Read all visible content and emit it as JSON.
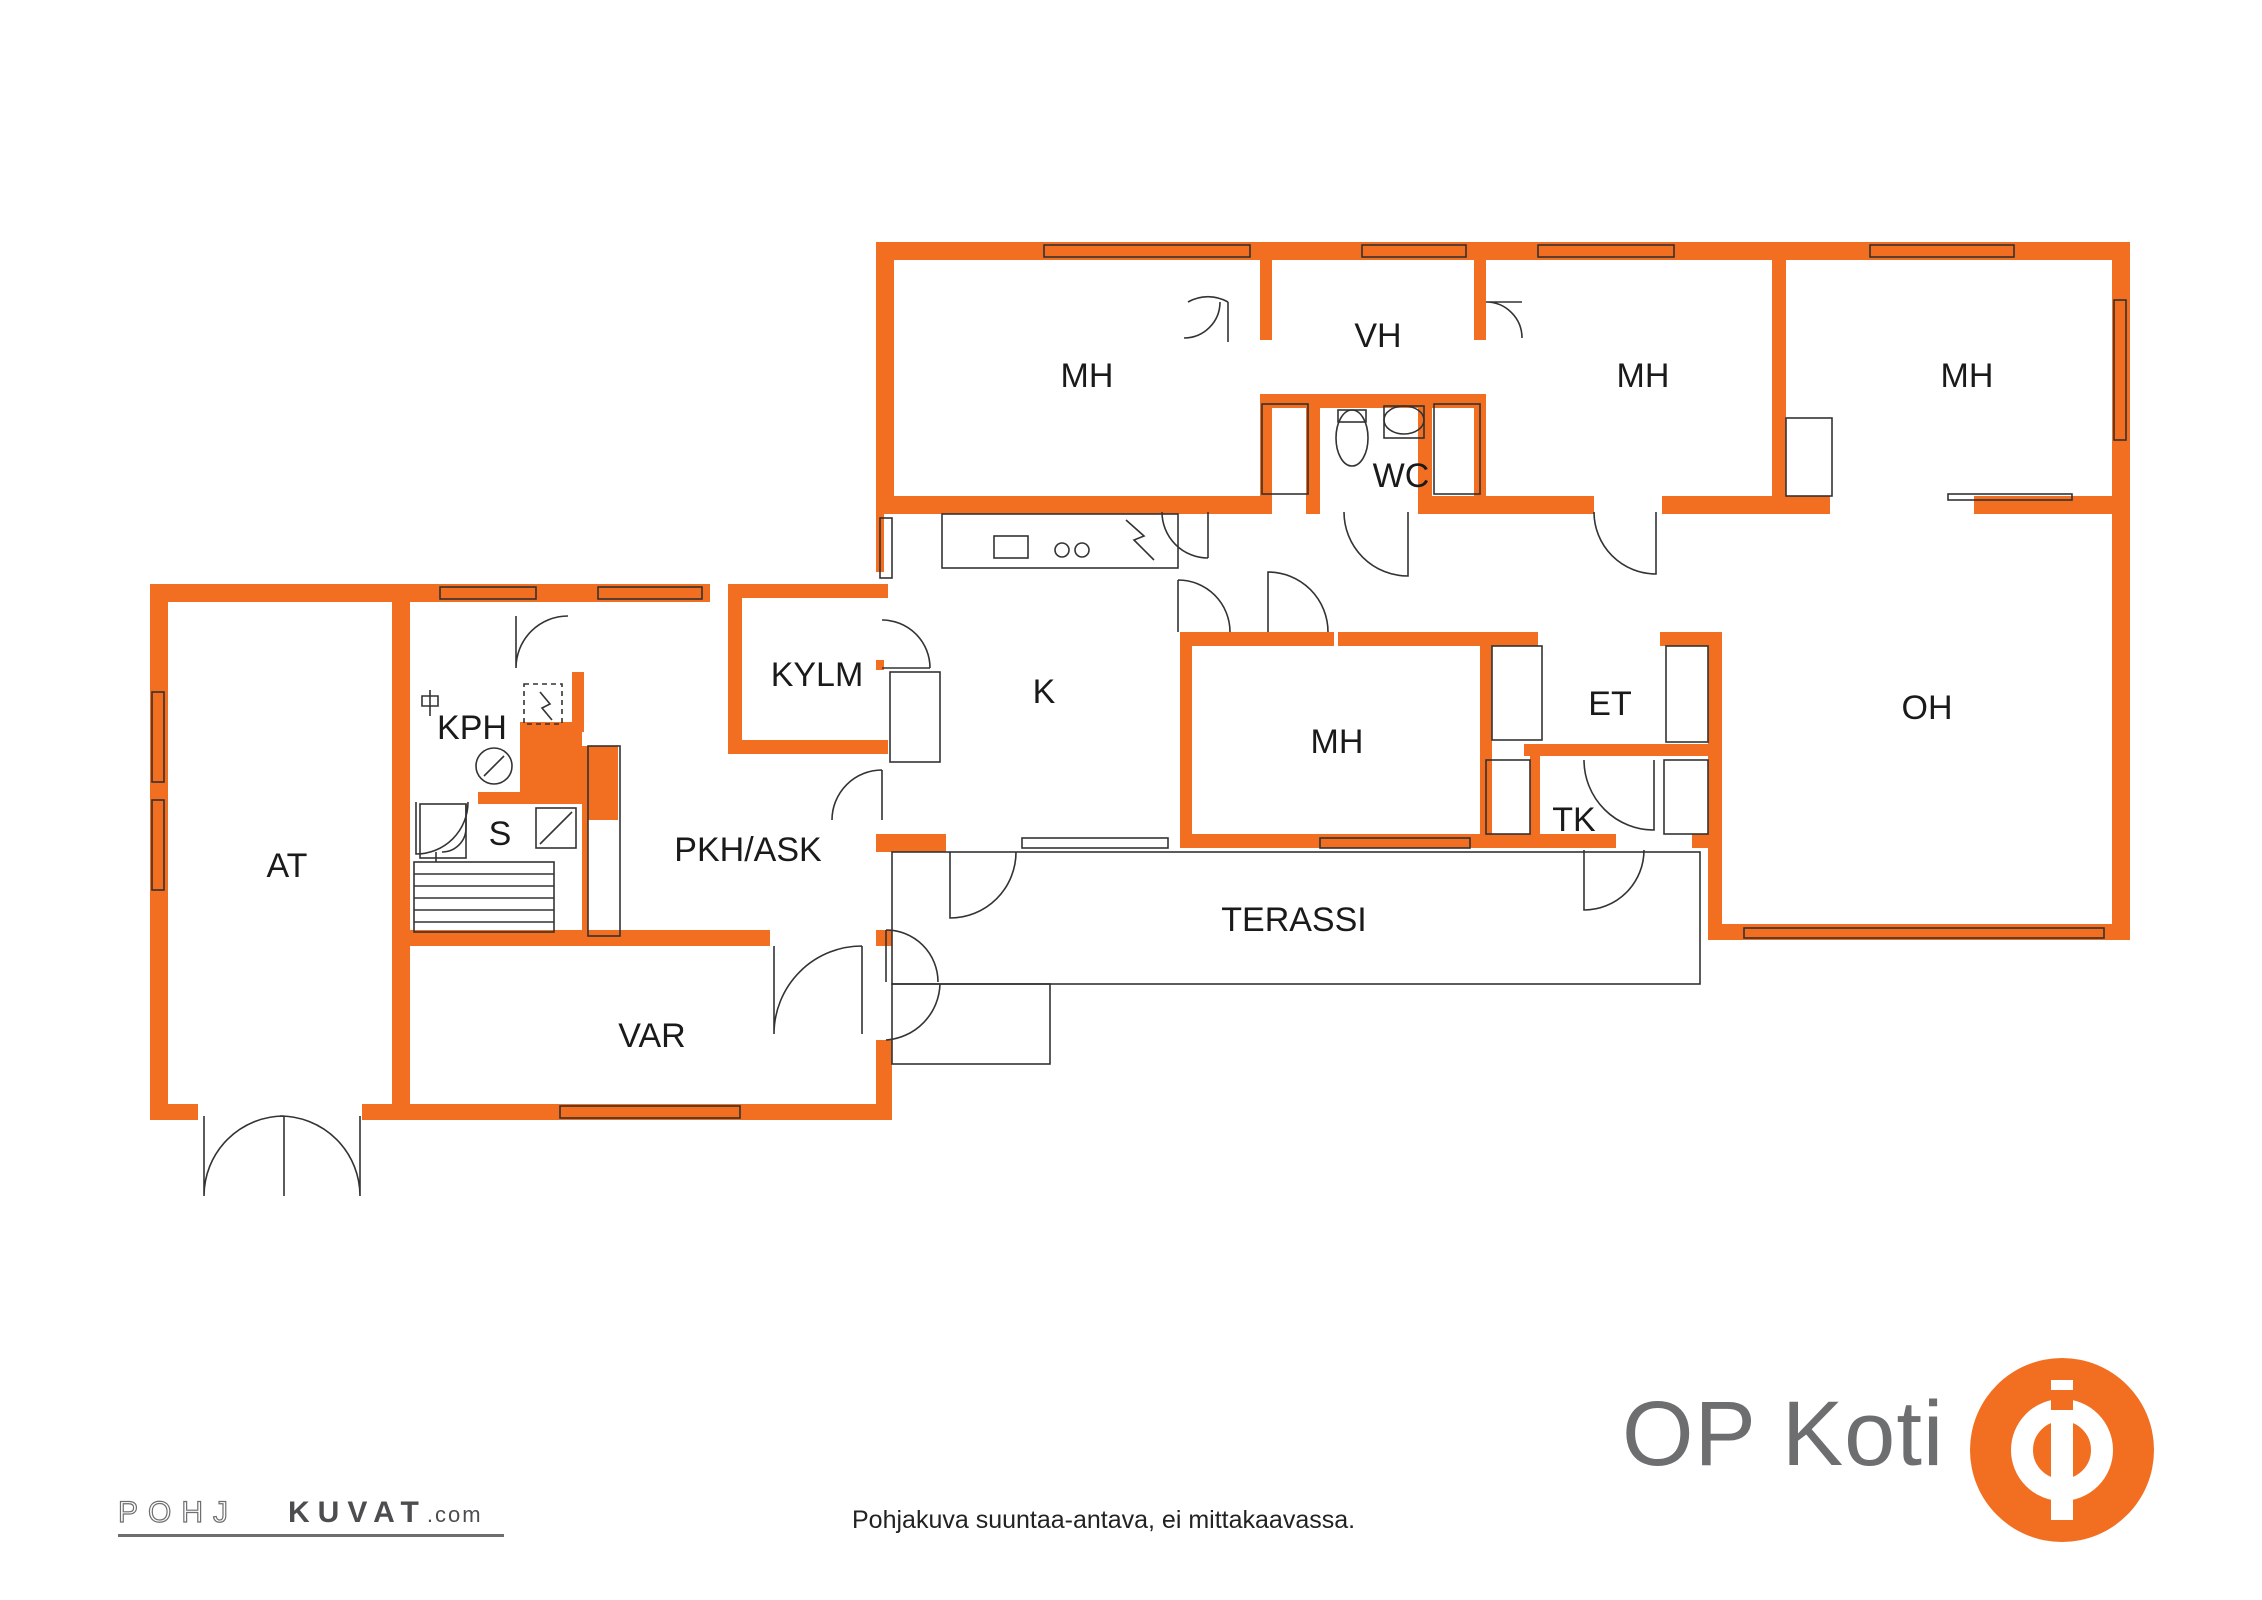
{
  "colors": {
    "wall": "#f26f21",
    "line": "#333333",
    "brand_gray": "#6d6e70",
    "logo": "#f26f21"
  },
  "rooms": [
    {
      "id": "mh1",
      "label": "MH"
    },
    {
      "id": "vh",
      "label": "VH"
    },
    {
      "id": "mh2",
      "label": "MH"
    },
    {
      "id": "mh3",
      "label": "MH"
    },
    {
      "id": "wc",
      "label": "WC"
    },
    {
      "id": "kylm",
      "label": "KYLM"
    },
    {
      "id": "k",
      "label": "K"
    },
    {
      "id": "kph",
      "label": "KPH"
    },
    {
      "id": "mh4",
      "label": "MH"
    },
    {
      "id": "et",
      "label": "ET"
    },
    {
      "id": "oh",
      "label": "OH"
    },
    {
      "id": "s",
      "label": "S"
    },
    {
      "id": "tk",
      "label": "TK"
    },
    {
      "id": "at",
      "label": "AT"
    },
    {
      "id": "pkh",
      "label": "PKH/ASK"
    },
    {
      "id": "terassi",
      "label": "TERASSI"
    },
    {
      "id": "var",
      "label": "VAR"
    }
  ],
  "brand": {
    "name": "OP Koti",
    "logo_icon": "op-logo-icon"
  },
  "note": "Pohjakuva suuntaa-antava, ei mittakaavassa.",
  "credit": {
    "left": "POHJ",
    "right": "KUVAT",
    "suffix": ".com"
  }
}
